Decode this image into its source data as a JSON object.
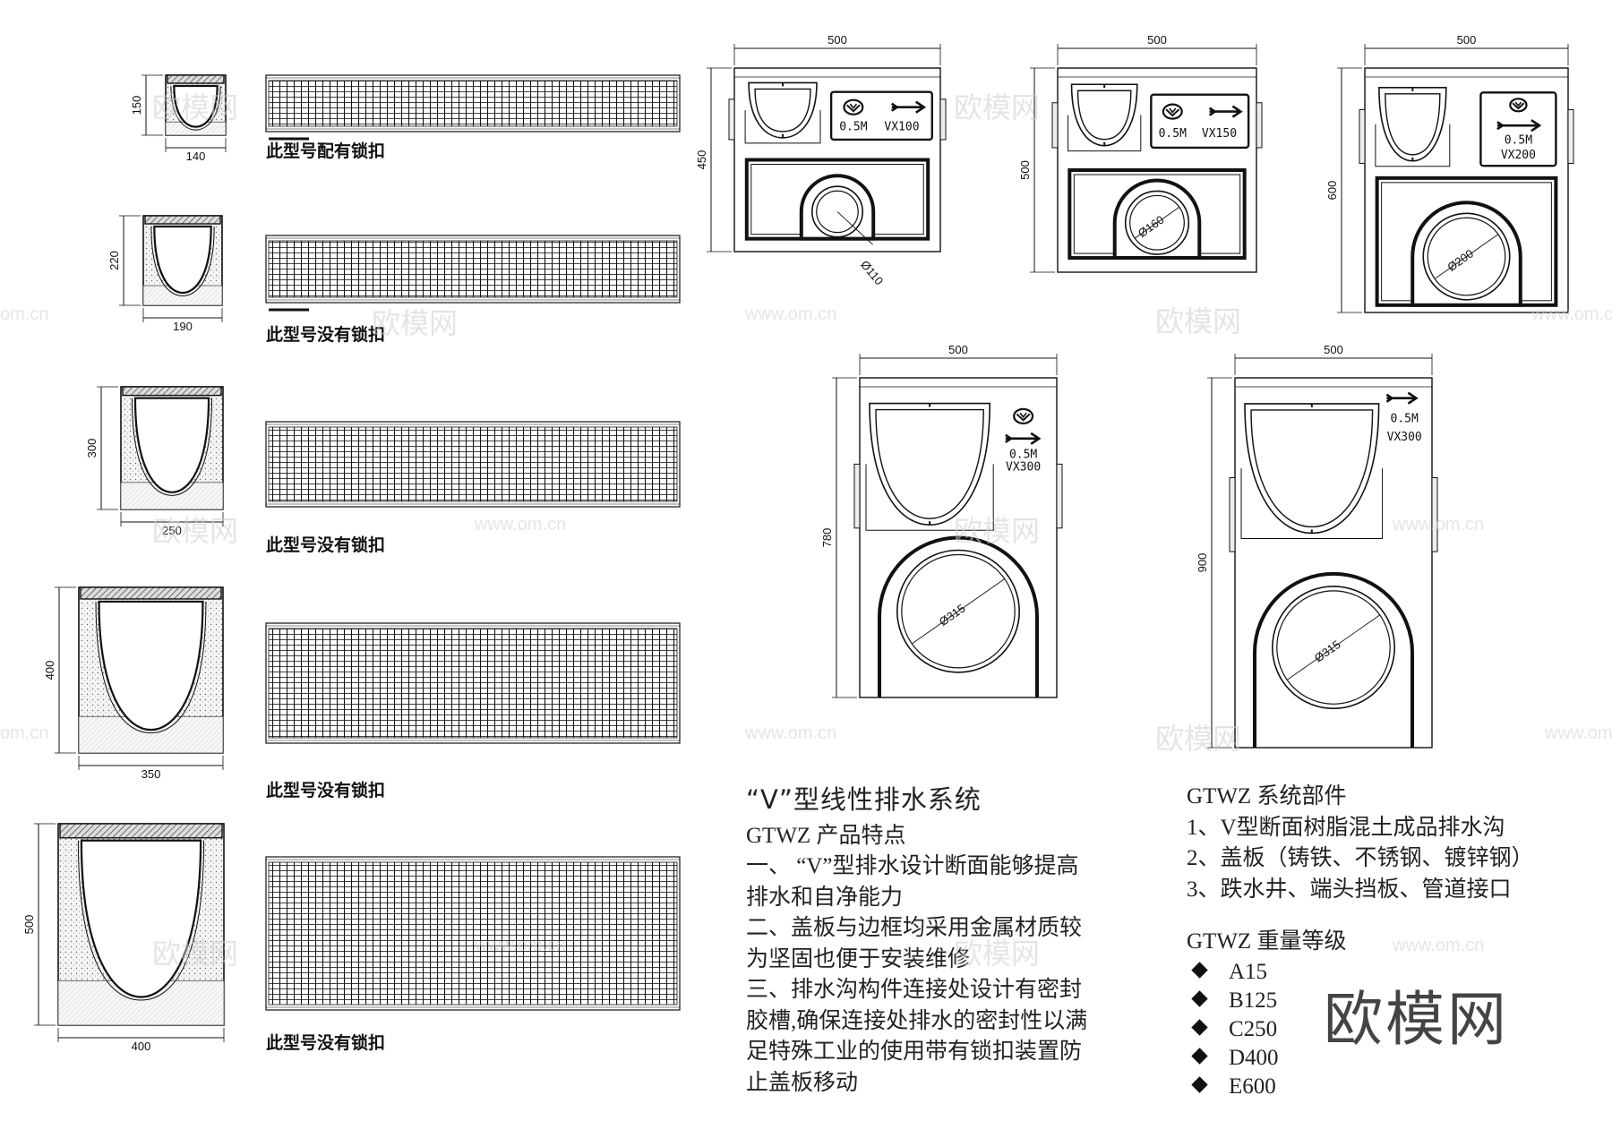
{
  "channels": [
    {
      "height": "150",
      "width": "140",
      "caption": "此型号配有锁扣"
    },
    {
      "height": "220",
      "width": "190",
      "caption": "此型号没有锁扣"
    },
    {
      "height": "300",
      "width": "250",
      "caption": "此型号没有锁扣"
    },
    {
      "height": "400",
      "width": "350",
      "caption": "此型号没有锁扣"
    },
    {
      "height": "500",
      "width": "400",
      "caption": "此型号没有锁扣"
    }
  ],
  "pits": [
    {
      "width": "500",
      "height": "450",
      "length": "0.5M",
      "model": "VX100",
      "pipe": "Ø110"
    },
    {
      "width": "500",
      "height": "500",
      "length": "0.5M",
      "model": "VX150",
      "pipe": "Ø160"
    },
    {
      "width": "500",
      "height": "600",
      "length": "0.5M",
      "model": "VX200",
      "pipe": "Ø200"
    },
    {
      "width": "500",
      "height": "780",
      "length": "0.5M",
      "model": "VX300",
      "pipe": "Ø315"
    },
    {
      "width": "500",
      "height": "900",
      "length": "0.5M",
      "model": "VX300",
      "pipe": "Ø315"
    }
  ],
  "info": {
    "title": "“V”型线性排水系统",
    "features_heading": "GTWZ 产品特点",
    "features": [
      "一、 “V”型排水设计断面能够提高",
      "排水和自净能力",
      "二、盖板与边框均采用金属材质较",
      "为坚固也便于安装维修",
      "三、排水沟构件连接处设计有密封",
      "胶槽,确保连接处排水的密封性以满",
      "足特殊工业的使用带有锁扣装置防",
      "止盖板移动"
    ],
    "parts_heading": "GTWZ 系统部件",
    "parts": [
      "1、V型断面树脂混土成品排水沟",
      "2、盖板（铸铁、不锈钢、镀锌钢）",
      "3、跌水井、端头挡板、管道接口"
    ],
    "grades_heading": "GTWZ 重量等级",
    "grades": [
      "A15",
      "B125",
      "C250",
      "D400",
      "E600"
    ]
  },
  "brand": "欧模网",
  "watermarks": {
    "logo": "欧模网",
    "url": "www.om.cn",
    "url_short": "om.cn"
  },
  "colors": {
    "line": "#111111",
    "hatch": "#555555",
    "watermark": "#cfcfcf"
  }
}
